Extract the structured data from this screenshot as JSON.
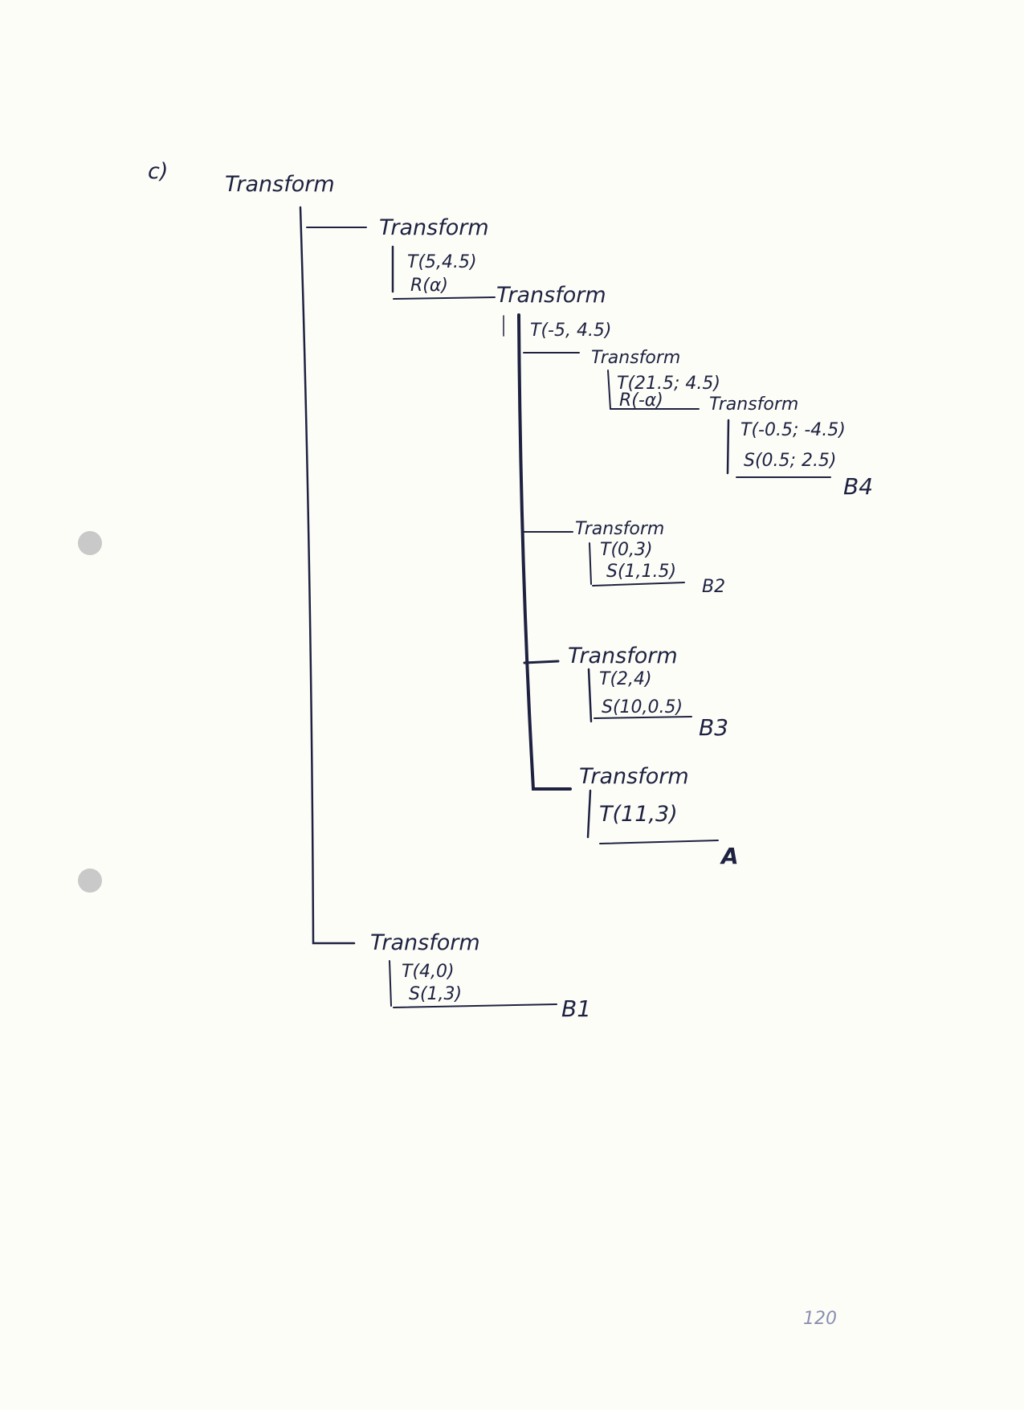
{
  "label": "c)",
  "page_number": "120",
  "tree": {
    "root": "Transform",
    "branch1": {
      "node": "Transform",
      "ops": [
        "T(5,4.5)",
        "R(α)"
      ],
      "child": {
        "node": "Transform",
        "ops": [
          "T(-5, 4.5)"
        ],
        "children": [
          {
            "node": "Transform",
            "ops": [
              "T(21.5; 4.5)",
              "R(-α)"
            ],
            "child": {
              "node": "Transform",
              "ops": [
                "T(-0.5; -4.5)",
                "S(0.5; 2.5)"
              ],
              "leaf": "B4"
            }
          },
          {
            "node": "Transform",
            "ops": [
              "T(0,3)",
              "S(1,1.5)"
            ],
            "leaf": "B2"
          },
          {
            "node": "Transform",
            "ops": [
              "T(2,4)",
              "S(10,0.5)"
            ],
            "leaf": "B3"
          },
          {
            "node": "Transform",
            "ops": [
              "T(11,3)"
            ],
            "leaf": "A"
          }
        ]
      }
    },
    "branch2": {
      "node": "Transform",
      "ops": [
        "T(4,0)",
        "S(1,3)"
      ],
      "leaf": "B1"
    }
  }
}
